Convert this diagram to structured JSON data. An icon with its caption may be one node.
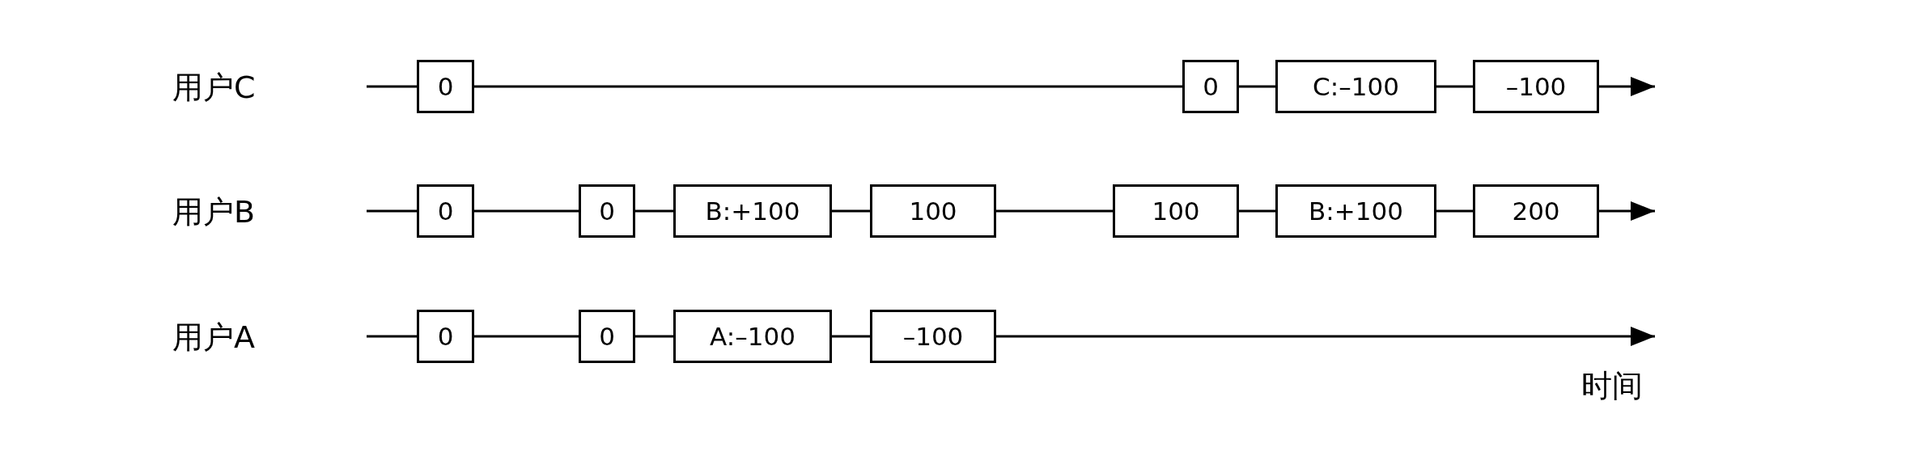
{
  "diagram": {
    "nodes": [
      {
        "text": [
          "0"
        ]
      },
      {
        "text": [
          "0"
        ]
      },
      {
        "text": [
          "C:–100"
        ]
      },
      {
        "text": [
          "–100"
        ]
      },
      {
        "text": [
          "0"
        ]
      },
      {
        "text": [
          "0"
        ]
      },
      {
        "text": [
          "B:+100"
        ]
      },
      {
        "text": [
          "100"
        ]
      },
      {
        "text": [
          "100"
        ]
      },
      {
        "text": [
          "B:+100"
        ]
      },
      {
        "text": [
          "200"
        ]
      },
      {
        "text": [
          "0"
        ]
      },
      {
        "text": [
          "0"
        ]
      },
      {
        "text": [
          "A:–100"
        ]
      },
      {
        "text": [
          "–100"
        ]
      }
    ],
    "edges": [
      {
        "from": null,
        "to": 0,
        "arrow": "none"
      },
      {
        "from": 0,
        "to": 1,
        "arrow": "none"
      },
      {
        "from": 1,
        "to": 2,
        "arrow": "none"
      },
      {
        "from": 2,
        "to": 3,
        "arrow": "none"
      },
      {
        "from": 3,
        "to": null,
        "arrow": "to"
      },
      {
        "from": null,
        "to": 4,
        "arrow": "none"
      },
      {
        "from": 4,
        "to": 5,
        "arrow": "none"
      },
      {
        "from": 5,
        "to": 6,
        "arrow": "none"
      },
      {
        "from": 6,
        "to": 7,
        "arrow": "none"
      },
      {
        "from": 7,
        "to": 8,
        "arrow": "none"
      },
      {
        "from": 8,
        "to": 9,
        "arrow": "none"
      },
      {
        "from": 9,
        "to": 10,
        "arrow": "none"
      },
      {
        "from": 10,
        "to": null,
        "arrow": "to"
      },
      {
        "from": null,
        "to": 11,
        "arrow": "none"
      },
      {
        "from": 11,
        "to": 12,
        "arrow": "none"
      },
      {
        "from": 12,
        "to": 13,
        "arrow": "none"
      },
      {
        "from": 13,
        "to": 14,
        "arrow": "none"
      },
      {
        "from": 14,
        "to": null,
        "arrow": "to"
      }
    ],
    "labels": [
      "用户C",
      "用户B",
      "用户A",
      "时间"
    ]
  }
}
